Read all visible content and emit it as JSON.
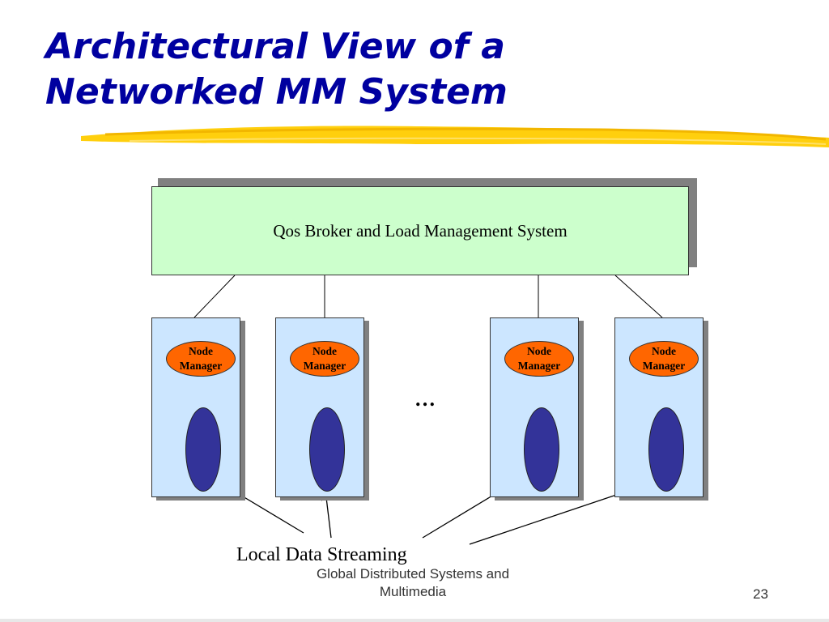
{
  "slide": {
    "title_line1": "Architectural View of a",
    "title_line2": "Networked MM System",
    "footer_line1": "Global Distributed Systems and",
    "footer_line2": "Multimedia",
    "page_number": "23"
  },
  "diagram": {
    "broker_label": "Qos Broker and Load Management System",
    "nodes": [
      {
        "manager_line1": "Node",
        "manager_line2": "Manager"
      },
      {
        "manager_line1": "Node",
        "manager_line2": "Manager"
      },
      {
        "manager_line1": "Node",
        "manager_line2": "Manager"
      },
      {
        "manager_line1": "Node",
        "manager_line2": "Manager"
      }
    ],
    "ellipsis": "…",
    "streaming_label": "Local Data Streaming"
  },
  "colors": {
    "title": "#0000a0",
    "broker_fill": "#ccffcc",
    "node_fill": "#cce6ff",
    "manager_fill": "#ff6600",
    "stream_fill": "#333399",
    "highlight": "#ffcc00"
  }
}
